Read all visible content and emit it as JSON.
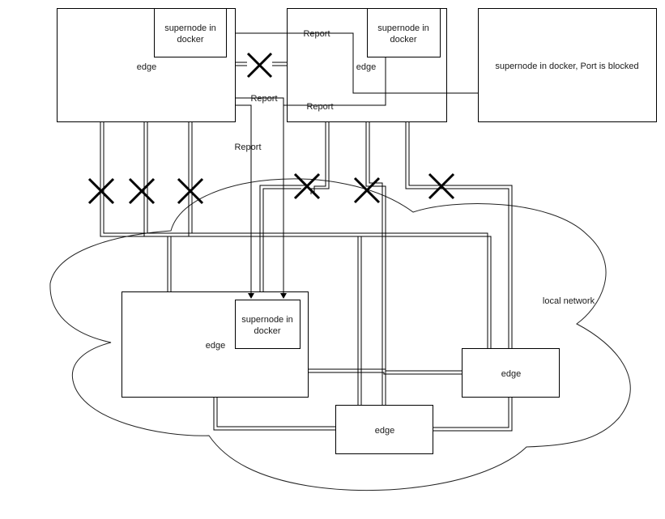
{
  "diagram": {
    "top_left_node": {
      "label": "edge",
      "inner_label_line1": "supernode in",
      "inner_label_line2": "docker"
    },
    "top_middle_node": {
      "label": "edge",
      "inner_label_line1": "supernode in",
      "inner_label_line2": "docker"
    },
    "top_right_node": {
      "label": "supernode in docker, Port is blocked"
    },
    "cloud": {
      "label": "local  network"
    },
    "local_node_main": {
      "label": "edge",
      "inner_label_line1": "supernode in",
      "inner_label_line2": "docker"
    },
    "local_node_right": {
      "label": "edge"
    },
    "local_node_bottom": {
      "label": "edge"
    },
    "report_labels": [
      "Report",
      "Report",
      "Report",
      "Report"
    ],
    "blocked_marker": "cross-icon"
  }
}
